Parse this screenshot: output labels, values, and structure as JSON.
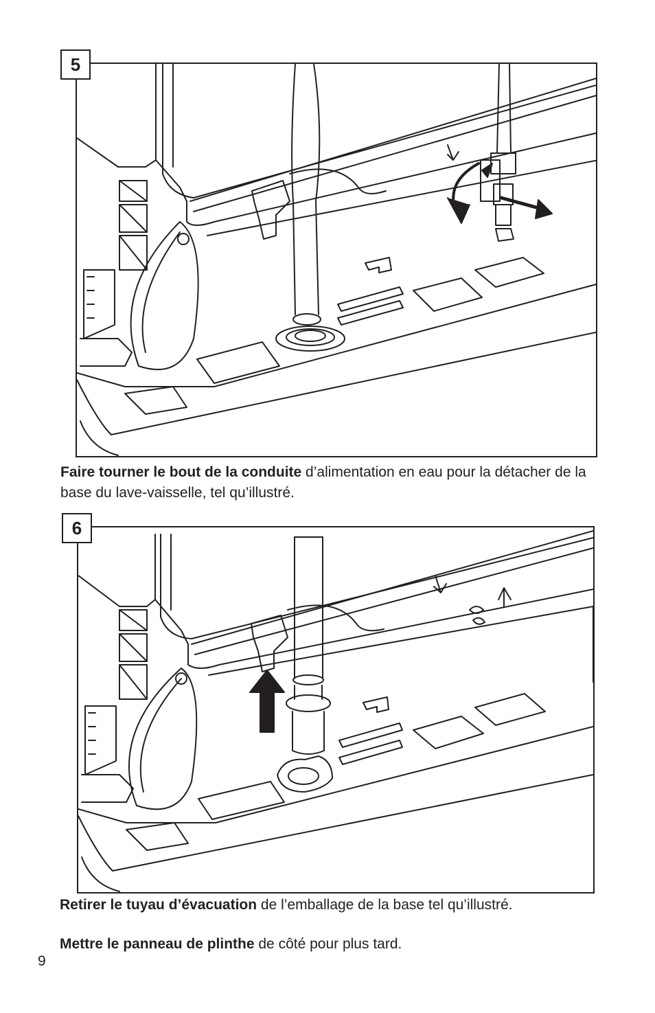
{
  "step5": {
    "number": "5",
    "caption_bold": "Faire tourner le bout de la conduite",
    "caption_rest": " d’alimentation en eau pour la détacher de la base du lave-vaisselle, tel qu’illustré."
  },
  "step6": {
    "number": "6",
    "caption_bold": "Retirer le tuyau d’évacuation",
    "caption_rest": " de l’emballage de la base tel qu’illustré."
  },
  "note": {
    "bold": "Mettre le panneau de plinthe",
    "rest": " de côté pour plus tard."
  },
  "page_number": "9"
}
